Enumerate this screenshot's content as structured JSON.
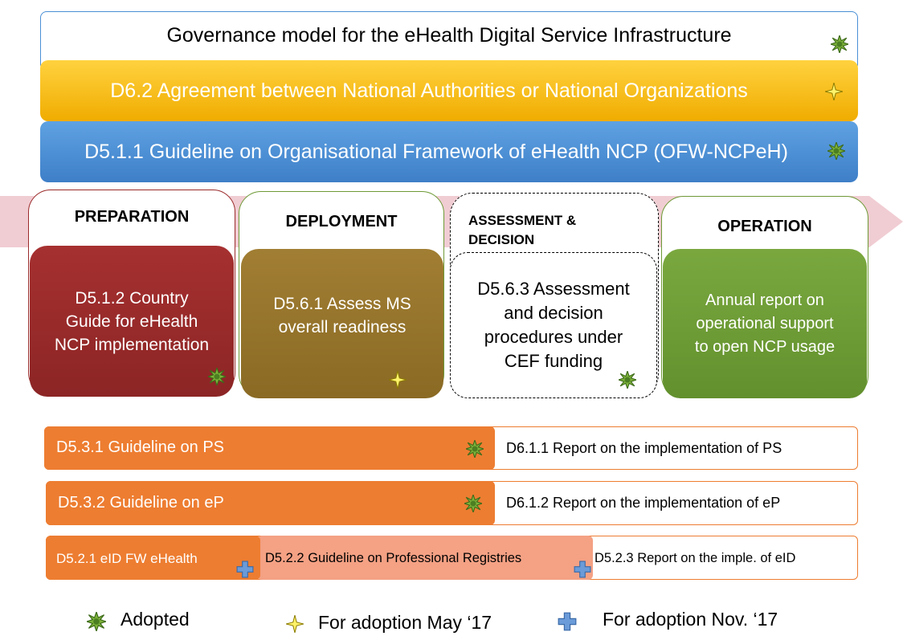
{
  "banners": {
    "governance": "Governance model for the eHealth Digital Service Infrastructure",
    "d62": "D6.2  Agreement between National Authorities or National Organizations",
    "d511": "D5.1.1 Guideline on Organisational Framework  of eHealth NCP (OFW-NCPeH)"
  },
  "phases": {
    "preparation": {
      "title": "PREPARATION",
      "deliverable": "D5.1.2 Country Guide for eHealth NCP implementation"
    },
    "deployment": {
      "title": "DEPLOYMENT",
      "deliverable": "D5.6.1  Assess MS overall readiness"
    },
    "assessment": {
      "title": "ASSESSMENT & DECISION",
      "deliverable": "D5.6.3 Assessment and decision procedures under CEF funding"
    },
    "operation": {
      "title": "OPERATION",
      "deliverable": "Annual report on operational support to open NCP usage"
    }
  },
  "bars": {
    "d531": "D5.3.1 Guideline on PS",
    "d611": "D6.1.1 Report on the implementation of PS",
    "d532": "D5.3.2 Guideline on eP",
    "d612": "D6.1.2 Report on the implementation of eP",
    "d521": "D5.2.1 eID FW eHealth",
    "d522": "D5.2.2 Guideline on Professional Registries",
    "d523": "D5.2.3 Report on the imple. of eID"
  },
  "legend": {
    "adopted": "Adopted",
    "may17": "For adoption May ‘17",
    "nov17": "For adoption Nov. ‘17"
  },
  "colors": {
    "orange": "#ED7D31",
    "light_orange": "#F4A184",
    "gold": "#F5B800",
    "blue": "#4A8FD6",
    "dark_red": "#9B2B2B",
    "olive_brown": "#96732A",
    "green": "#6E9A36",
    "arrow_pink": "#F0CDD3"
  },
  "icons": {
    "adopted": "green-star-icon",
    "may17": "yellow-four-point-star-icon",
    "nov17": "blue-cross-icon"
  }
}
